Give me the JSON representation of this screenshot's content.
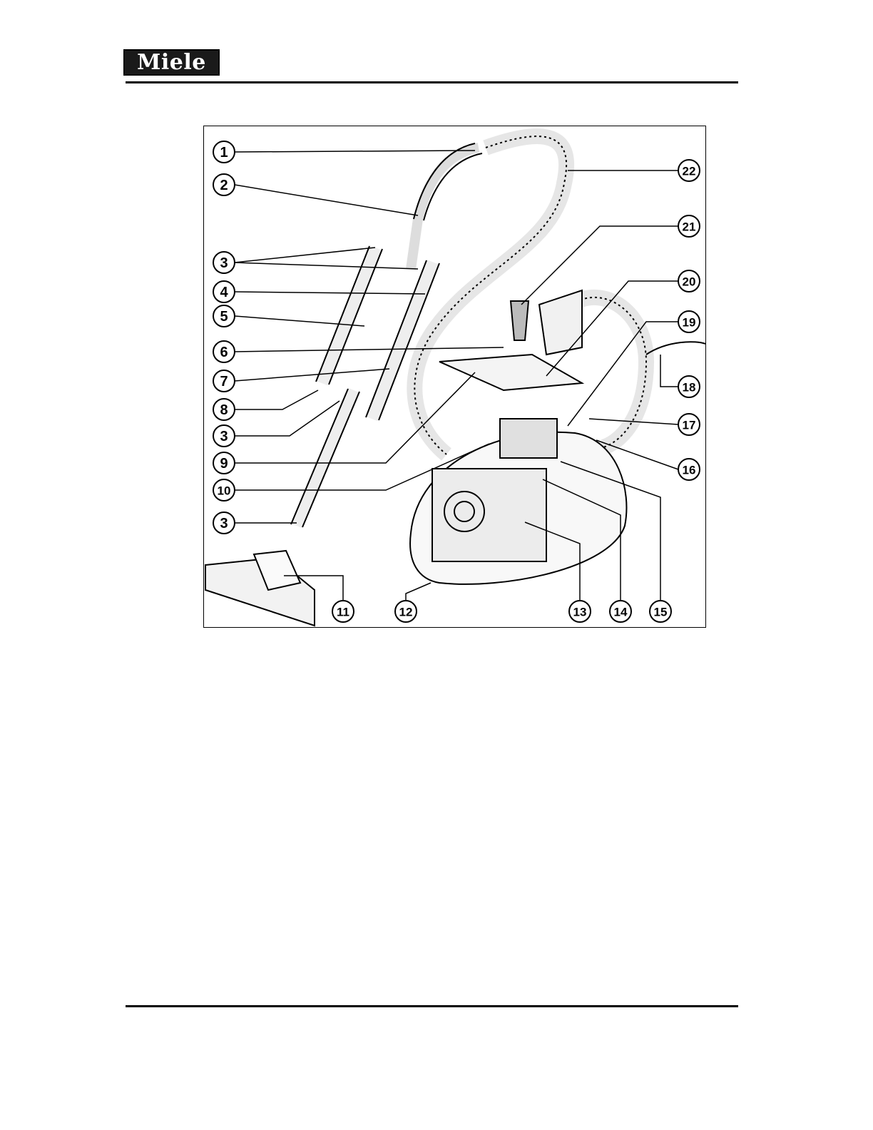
{
  "header": {
    "logo_text": "Miele"
  },
  "figure": {
    "callouts": [
      "1",
      "2",
      "3",
      "4",
      "5",
      "6",
      "7",
      "8",
      "3",
      "9",
      "10",
      "3",
      "11",
      "12",
      "13",
      "14",
      "15",
      "16",
      "17",
      "18",
      "19",
      "20",
      "21",
      "22"
    ]
  }
}
